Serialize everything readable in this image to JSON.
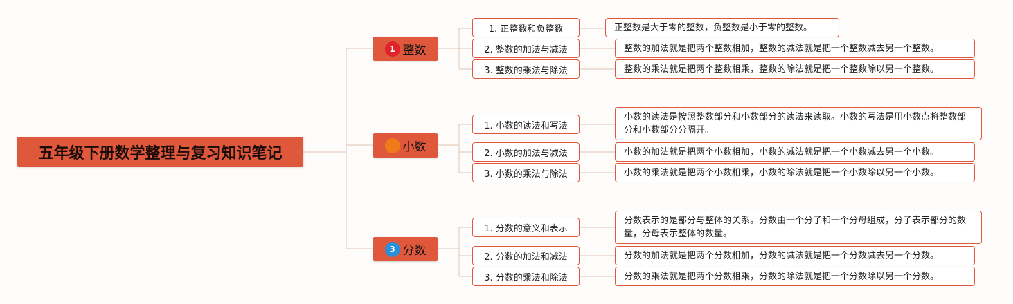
{
  "colors": {
    "node_fill": "#e0583b",
    "line": "#e6cfc0",
    "marker_red": "#e0222a",
    "marker_orange": "#f07a1a",
    "marker_blue": "#2a8fd6"
  },
  "root": {
    "title": "五年级下册数学整理与复习知识笔记"
  },
  "topics": [
    {
      "label": "整数",
      "marker_text": "1",
      "marker_color": "#e0222a",
      "subtopics": [
        {
          "label": "1. 正整数和负整数",
          "note": "正整数是大于零的整数，负整数是小于零的整数。"
        },
        {
          "label": "2. 整数的加法与减法",
          "note": "整数的加法就是把两个整数相加，整数的减法就是把一个整数减去另一个整数。"
        },
        {
          "label": "3. 整数的乘法与除法",
          "note": "整数的乘法就是把两个整数相乘，整数的除法就是把一个整数除以另一个整数。"
        }
      ]
    },
    {
      "label": "小数",
      "marker_text": "",
      "marker_color": "#f07a1a",
      "subtopics": [
        {
          "label": "1. 小数的读法和写法",
          "note": "小数的读法是按照整数部分和小数部分的读法来读取。小数的写法是用小数点将整数部分和小数部分分隔开。"
        },
        {
          "label": "2. 小数的加法与减法",
          "note": "小数的加法就是把两个小数相加，小数的减法就是把一个小数减去另一个小数。"
        },
        {
          "label": "3. 小数的乘法与除法",
          "note": "小数的乘法就是把两个小数相乘，小数的除法就是把一个小数除以另一个小数。"
        }
      ]
    },
    {
      "label": "分数",
      "marker_text": "3",
      "marker_color": "#2a8fd6",
      "subtopics": [
        {
          "label": "1. 分数的意义和表示",
          "note": "分数表示的是部分与整体的关系。分数由一个分子和一个分母组成，分子表示部分的数量，分母表示整体的数量。"
        },
        {
          "label": "2. 分数的加法和减法",
          "note": "分数的加法就是把两个分数相加，分数的减法就是把一个分数减去另一个分数。"
        },
        {
          "label": "3. 分数的乘法和除法",
          "note": "分数的乘法就是把两个分数相乘，分数的除法就是把一个分数除以另一个分数。"
        }
      ]
    }
  ]
}
